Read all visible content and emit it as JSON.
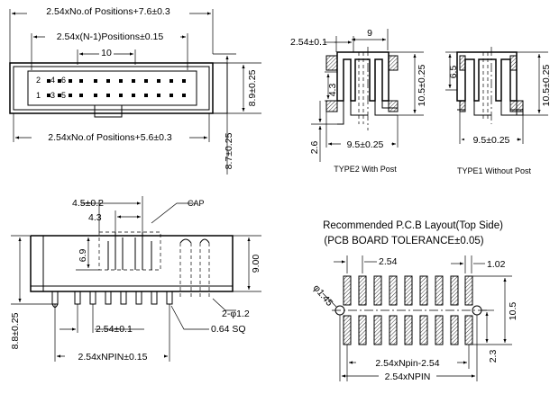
{
  "top_view": {
    "dim_overall": "2.54xNo.of  Positions+7.6±0.3",
    "dim_row_pitch": "2.54x(N-1)Positions±0.15",
    "dim_ten": "10",
    "dim_bottom": "2.54xNo.of  Positions+5.6±0.3",
    "dim_height": "8.9±0.25",
    "dim_total_height": "8.7±0.25",
    "pin_labels_top": [
      "2",
      "4",
      "6"
    ],
    "pin_labels_bottom": [
      "1",
      "3",
      "5"
    ]
  },
  "type2_view": {
    "dim_pitch": "2.54±0.1",
    "dim_nine": "9",
    "dim_43": "4.3",
    "dim_height": "10.5±0.25",
    "dim_width": "9.5±0.25",
    "dim_post": "2.6",
    "caption": "TYPE2 With Post"
  },
  "type1_view": {
    "dim_65": "6.5",
    "dim_height": "10.5±0.25",
    "dim_width": "9.5±0.25",
    "caption": "TYPE1 Without Post"
  },
  "side_view": {
    "dim_cap_width": "4.5±0.2",
    "dim_43": "4.3",
    "cap_label": "CAP",
    "dim_69": "6.9",
    "dim_900": "9.00",
    "dim_post_dia": "2-φ1.2",
    "dim_pin_sq": "0.64  SQ",
    "dim_pitch": "2.54±0.1",
    "dim_height": "8.8±0.25",
    "dim_total": "2.54xNPIN±0.15"
  },
  "pcb_layout": {
    "title_line1": "Recommended  P.C.B  Layout(Top  Side)",
    "title_line2": "(PCB  BOARD  TOLERANCE±0.05)",
    "dim_pitch": "2.54",
    "dim_pad_width": "1.02",
    "dim_hole": "φ1.45",
    "dim_row": "10.5",
    "dim_offset": "2.3",
    "dim_span": "2.54xNpin-2.54",
    "dim_total": "2.54xNPIN"
  }
}
